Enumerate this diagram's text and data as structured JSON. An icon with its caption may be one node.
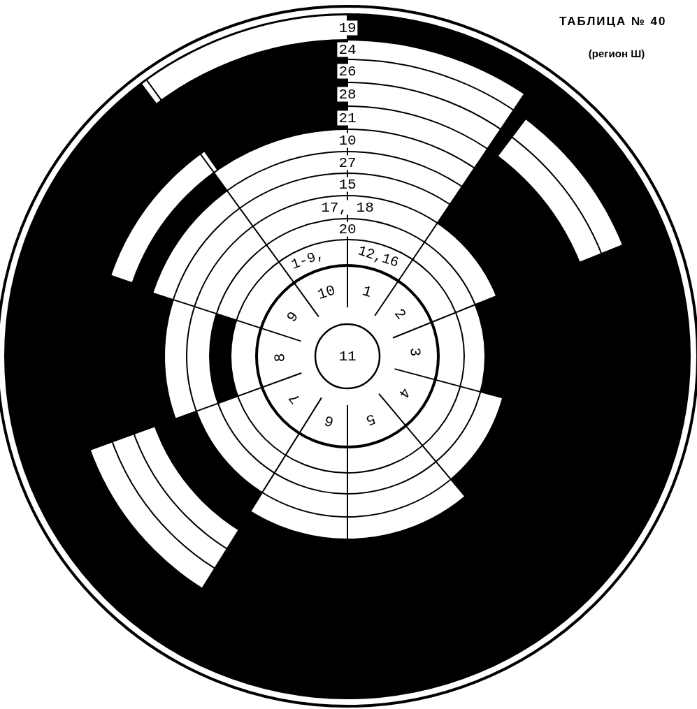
{
  "diagram": {
    "title": "ТАБЛИЦА № 40",
    "labels": [
      "(регион Ш)",
      "19",
      "24",
      "26",
      "28",
      "21",
      "10",
      "27",
      "15",
      "17, 18",
      "20",
      "1-9,",
      "12,16",
      "1",
      "2",
      "3",
      "4",
      "5",
      "6",
      "7",
      "8",
      "9",
      "10",
      "11"
    ]
  }
}
